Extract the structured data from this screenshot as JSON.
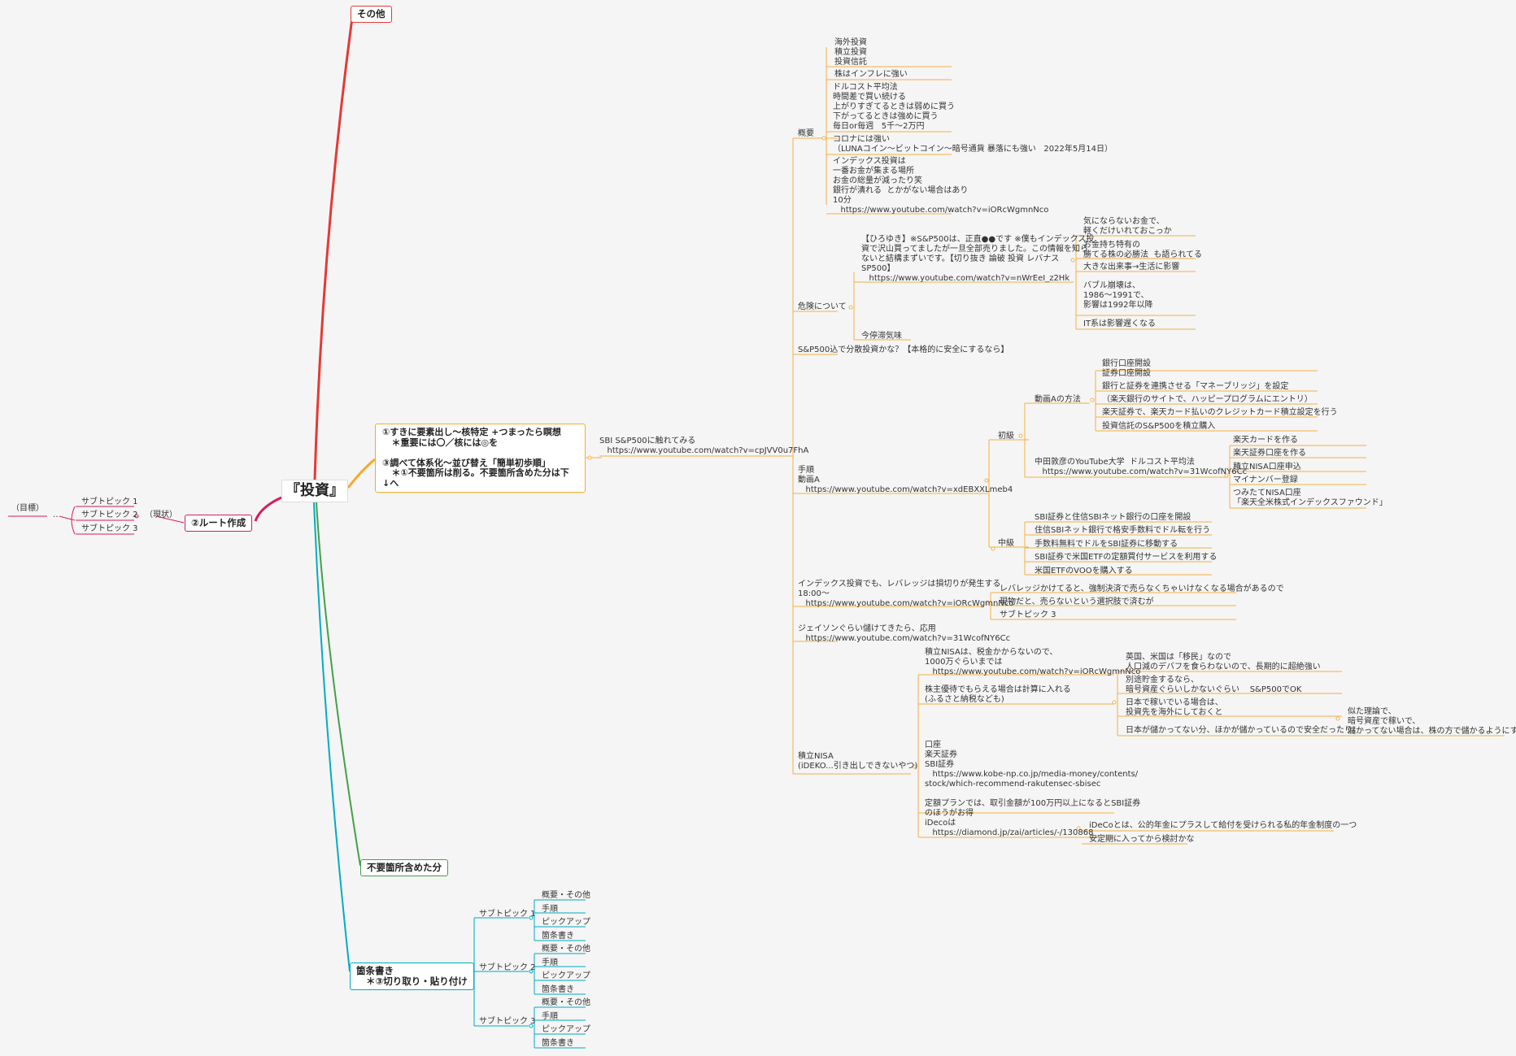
{
  "root": "『投資』",
  "branches": {
    "other": "その他",
    "route": "②ルート作成",
    "notes": "①すきに要素出し～核特定 +つまったら瞑想\n   ＊重要には〇／核には◎を\n\n③調べて体系化～並び替え「簡単初歩順」\n   ＊①不要箇所は削る。不要箇所含めた分は下\n↓へ",
    "unneeded": "不要箇所含めた分",
    "bullets": "箇条書き\n   ＊③切り取り・貼り付け"
  },
  "route_left": {
    "goal": "（目標）",
    "ellipsis": "‥",
    "current": "（現状）",
    "subtopics": [
      "サブトピック 1",
      "サブトピック 2",
      "サブトピック 3"
    ]
  },
  "sbi_link": "SBI S&P500に触れてみる\n   https://www.youtube.com/watch?v=cpJVV0u7FhA",
  "overview": {
    "label": "概要",
    "items": [
      "海外投資\n積立投資\n投資信託",
      "株はインフレに強い",
      "ドルコスト平均法\n時間差で買い続ける\n上がりすぎてるときは弱めに買う\n下がってるときは強めに買う\n毎日or毎週   5千～2万円",
      "コロナには強い\n（LUNAコイン～ビットコイン～暗号通貨 暴落にも強い   2022年5月14日）",
      "インデックス投資は\n一番お金が集まる場所\nお金の総量が減ったり笑\n銀行が潰れる  とかがない場合はあり\n10分\n   https://www.youtube.com/watch?v=iORcWgmnNco"
    ]
  },
  "danger": {
    "label": "危険について",
    "hiroyuki": "【ひろゆき】※S&P500は、正直●●です ※僕もインデックス投\n資で沢山買ってましたが一旦全部売りました。この情報を知ら\nないと結構まずいです。【切り抜き 論破 投資 レバナス\nSP500】\n   https://www.youtube.com/watch?v=nWrEeI_z2Hk",
    "recession": "今停滞気味",
    "items": [
      "気にならないお金で、\n軽くだけいれておこっか",
      "お金持ち特有の\n勝てる株の必勝法  も語られてる",
      "大きな出来事→生活に影響",
      "バブル崩壊は、\n1986～1991で、\n影響は1992年以降",
      "IT系は影響遅くなる"
    ]
  },
  "sp500_diversify": "S&P500込で分散投資かな？【本格的に安全にするなら】",
  "procedure": {
    "label": "手順\n動画A\n   https://www.youtube.com/watch?v=xdEBXXLmeb4",
    "beginner": "初級",
    "method_a": "動画Aの方法",
    "method_a_items": [
      "銀行口座開設\n証券口座開設",
      "銀行と証券を連携させる「マネーブリッジ」を設定",
      "（楽天銀行のサイトで、ハッピープログラムにエントリ）",
      "楽天証券で、楽天カード払いのクレジットカード積立設定を行う",
      "投資信託のS&P500を積立購入"
    ],
    "nakata": "中田敦彦のYouTube大学  ドルコスト平均法\n   https://www.youtube.com/watch?v=31WcofNY6Cc",
    "nakata_items": [
      "楽天カードを作る",
      "楽天証券口座を作る",
      "積立NISA口座申込",
      "マイナンバー登録",
      "つみたてNISA口座\n「楽天全米株式インデックスファウンド」"
    ],
    "intermediate": "中級",
    "intermediate_items": [
      "SBI証券と住信SBIネット銀行の口座を開設",
      "住信SBIネット銀行で格安手数料でドル転を行う",
      "手数料無料でドルをSBI証券に移動する",
      "SBI証券で米国ETFの定額買付サービスを利用する",
      "米国ETFのVOOを購入する"
    ]
  },
  "leverage": {
    "label": "インデックス投資でも、レバレッジは損切りが発生する\n18:00～\n   https://www.youtube.com/watch?v=iORcWgmnNco",
    "items": [
      "レバレッジかけてると、強制決済で売らなくちゃいけなくなる場合があるので",
      "現物だと、売らないという選択肢で済むが",
      "サブトピック 3"
    ]
  },
  "jason": "ジェイソンぐらい儲けてきたら、応用\n   https://www.youtube.com/watch?v=31WcofNY6Cc",
  "nisa": {
    "label": "積立NISA\n(iDEKO...引き出しできないやつ)",
    "tax": "積立NISAは、税金かからないので、\n1000万ぐらいまでは\n   https://www.youtube.com/watch?v=iORcWgmnNco",
    "yutai": "株主優待でもらえる場合は計算に入れる\n(ふるさと納税なども)",
    "yutai_items": [
      "英国、米国は「移民」なので\n人口減のデバフを食らわないので、長期的に超絶強い",
      "別途貯金するなら、\n暗号資産ぐらいしかないぐらい    S&P500でOK",
      "日本で稼いでいる場合は、\n投資先を海外にしておくと",
      "日本が儲かってない分、ほかが儲かっているので安全だったり。"
    ],
    "theory": "似た理論で、\n暗号資産で稼いで、\n儲かってない場合は、株の方で儲かるようにする",
    "account": "口座\n楽天証券\nSBI証券\n   https://www.kobe-np.co.jp/media-money/contents/\nstock/which-recommend-rakutensec-sbisec\n\n定額プランでは、取引金額が100万円以上になるとSBI証券\nのほうがお得",
    "ideco": "iDecoは\n   https://diamond.jp/zai/articles/-/130868",
    "ideco_items": [
      "iDeCoとは、公的年金にプラスして給付を受けられる私的年金制度の一つ",
      "安定期に入ってから検討かな"
    ]
  },
  "bullet_tree": {
    "subtopics": [
      "サブトピック 1",
      "サブトピック 2",
      "サブトピック 3"
    ],
    "leaves": [
      "概要・その他",
      "手順",
      "ピックアップ",
      "箇条書き"
    ]
  }
}
